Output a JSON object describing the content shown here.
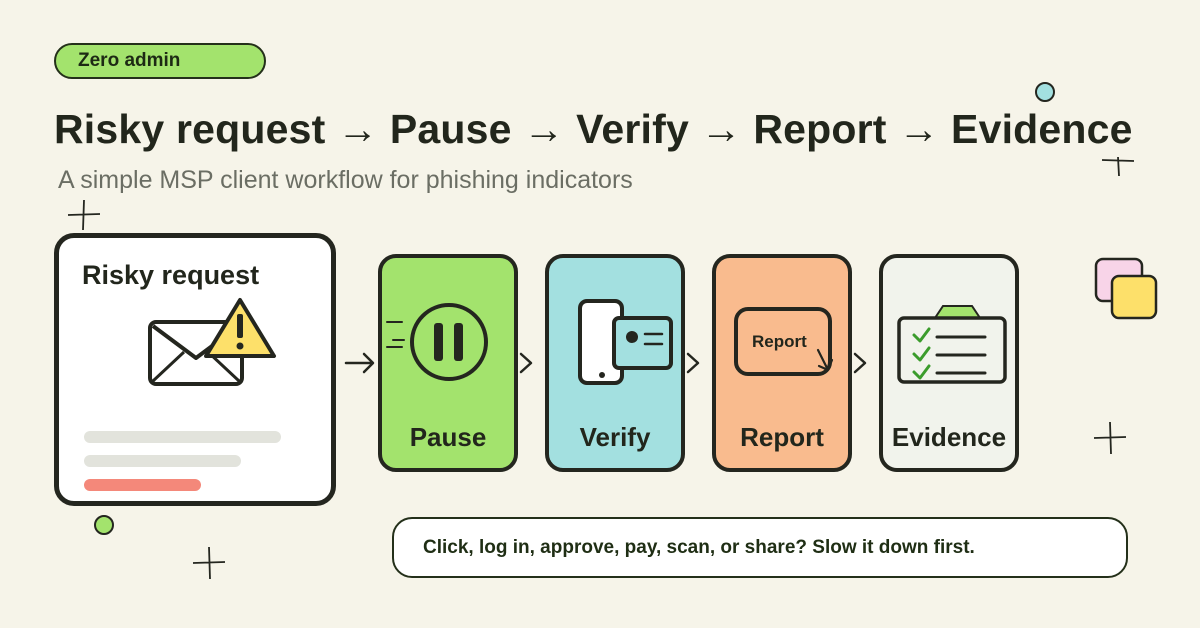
{
  "badge": {
    "label": "Zero admin"
  },
  "header": {
    "title": "Risky request → Pause → Verify → Report → Evidence",
    "subtitle": "A simple MSP client workflow for phishing indicators"
  },
  "request_card": {
    "title": "Risky request"
  },
  "steps": [
    {
      "label": "Pause",
      "color": "#a3e36d",
      "icon": "pause-icon"
    },
    {
      "label": "Verify",
      "color": "#a3e0e0",
      "icon": "phone-id-icon"
    },
    {
      "label": "Report",
      "color": "#f9bb8e",
      "icon": "report-click-icon",
      "icon_text": "Report"
    },
    {
      "label": "Evidence",
      "color": "#f1f3ec",
      "icon": "checklist-icon"
    }
  ],
  "callout": {
    "text": "Click, log in, approve, pay, scan, or share? Slow it down first."
  },
  "colors": {
    "background": "#f6f4e9",
    "outline": "#24261f",
    "accent_green": "#a3e36d",
    "warning_yellow": "#fde06a",
    "alert_red": "#f4887a"
  }
}
